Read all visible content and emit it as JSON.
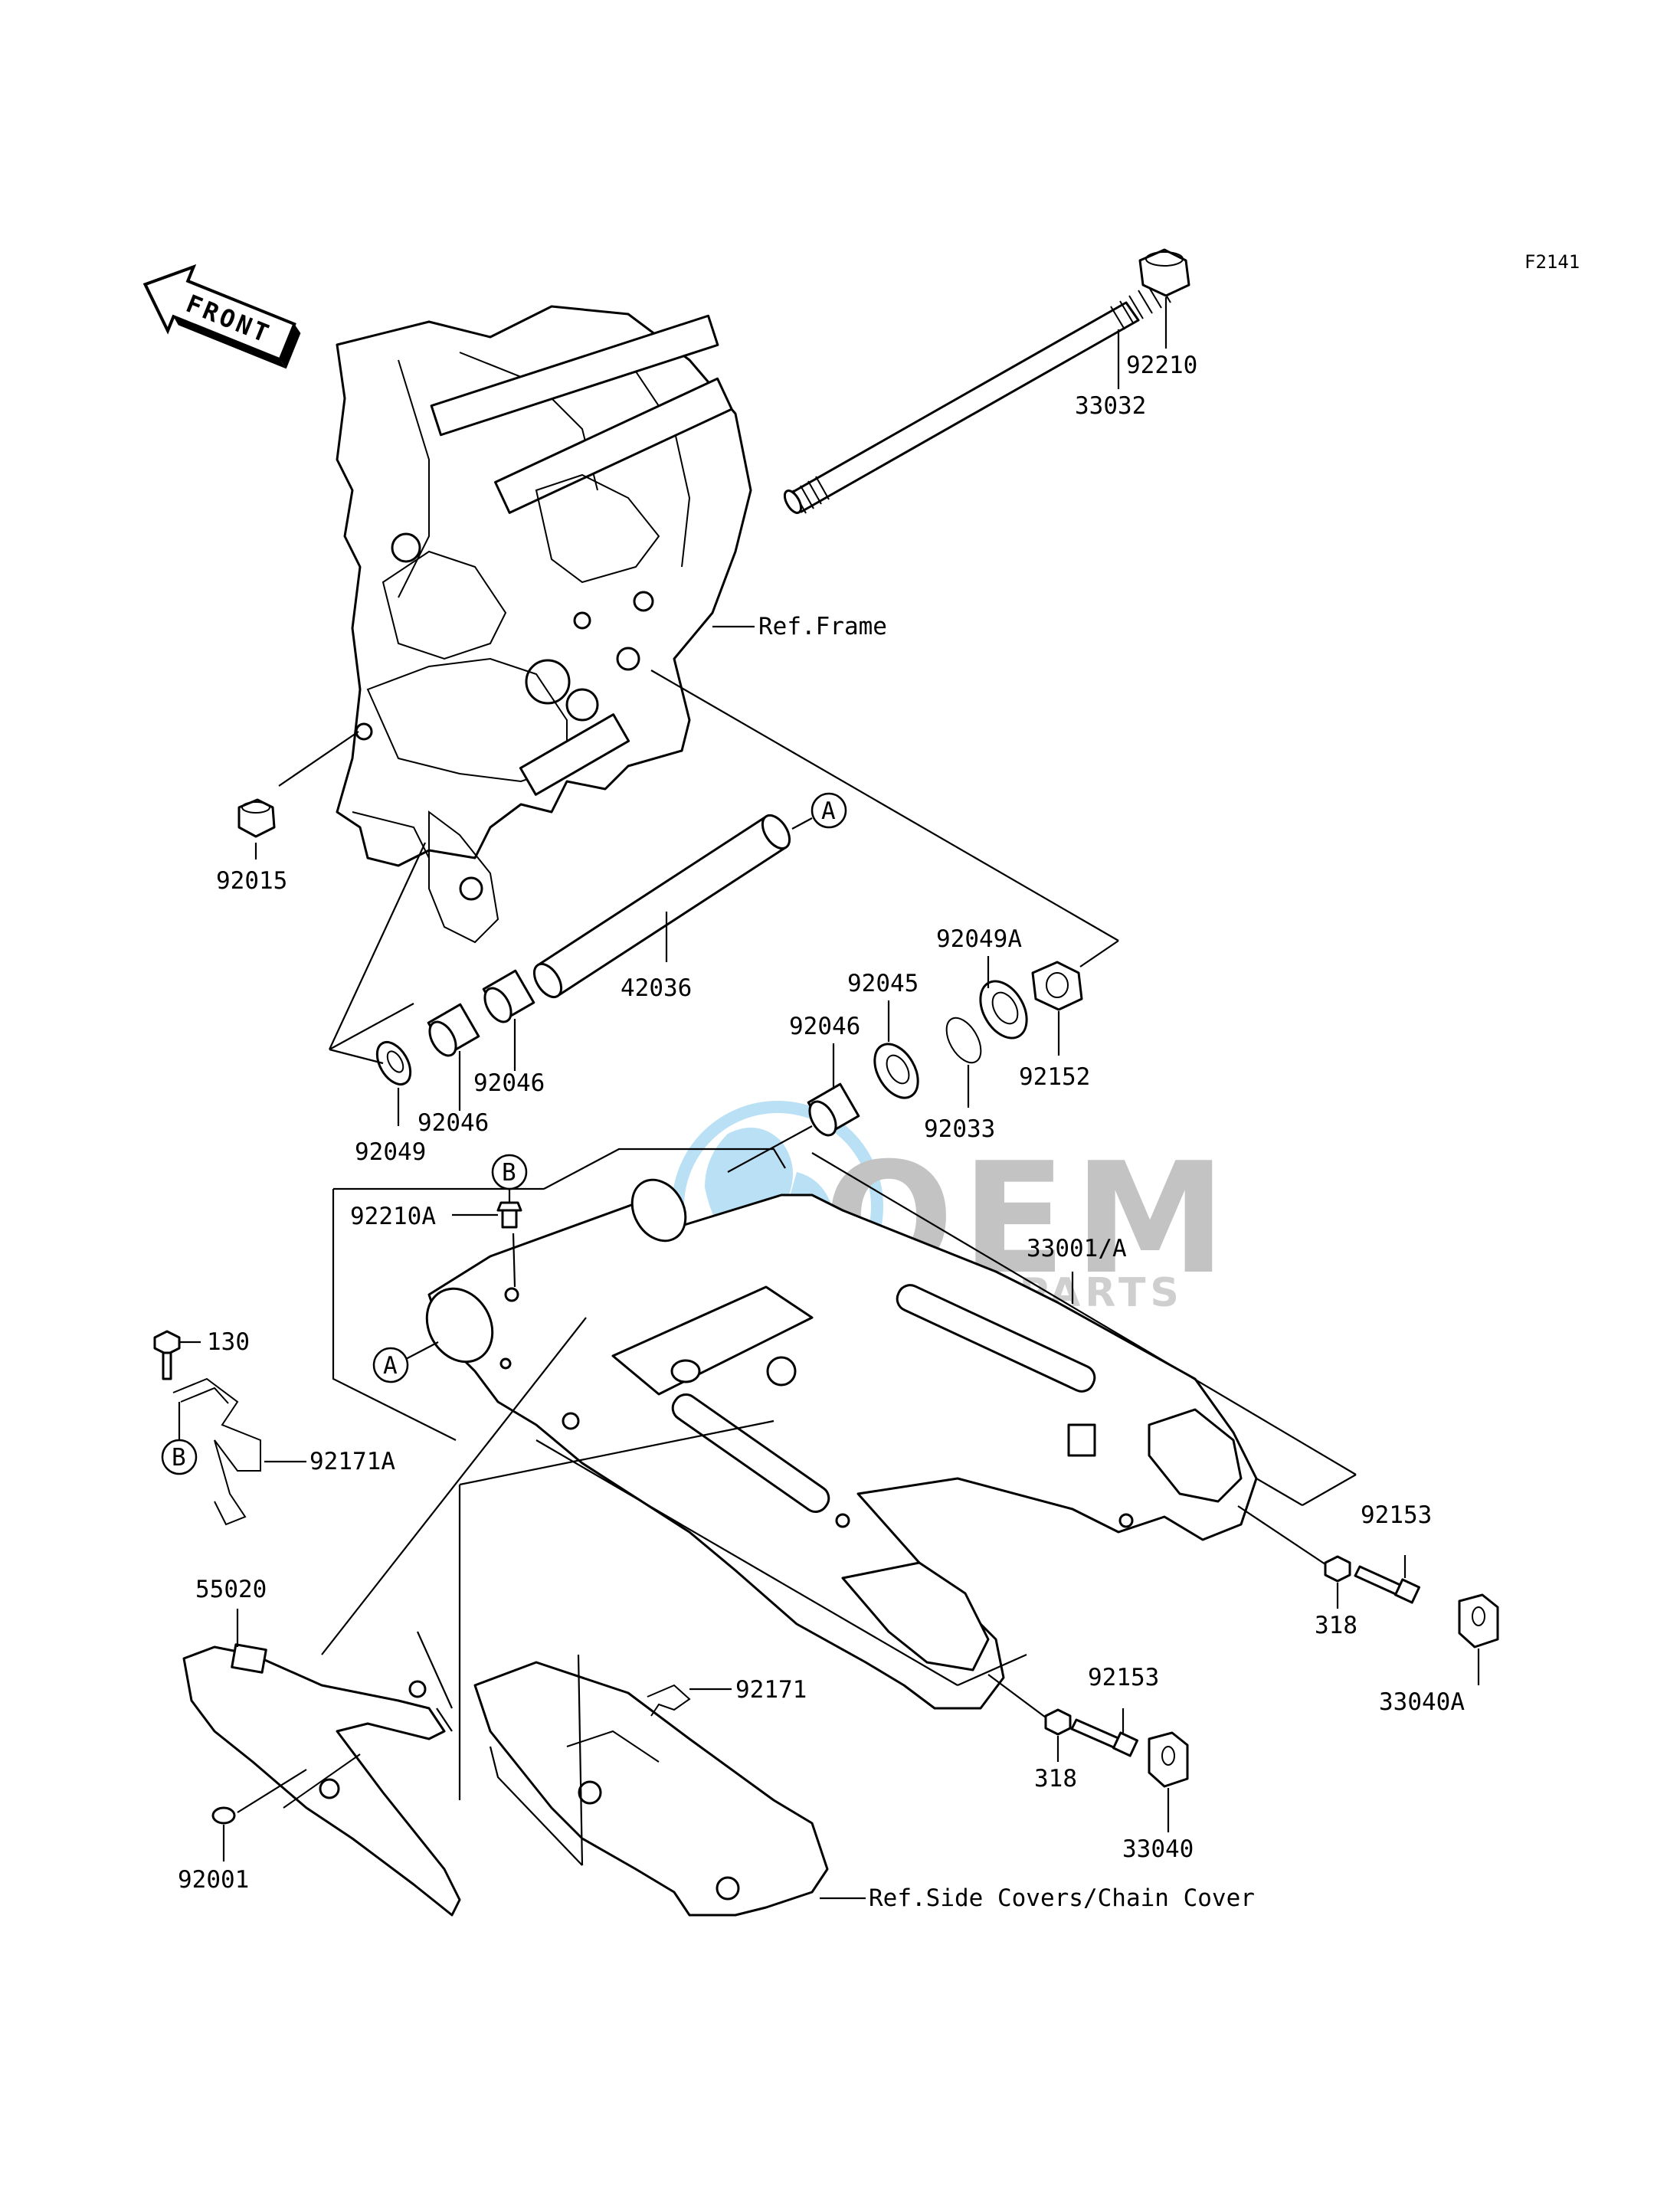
{
  "diagram_code": "F2141",
  "front_arrow": {
    "text": "FRONT",
    "icon": "front-arrow-icon"
  },
  "watermark": {
    "brand": "OEM",
    "sub": "MOTORPARTS",
    "icon": "globe-icon",
    "color": "#3aa7e0"
  },
  "callouts": {
    "a": "A",
    "b": "B"
  },
  "parts": {
    "p92210": "92210",
    "p33032": "33032",
    "ref_frame": "Ref.Frame",
    "p92015": "92015",
    "p42036": "42036",
    "p92049A": "92049A",
    "p92045": "92045",
    "p92046_a": "92046",
    "p92152": "92152",
    "p92046_b": "92046",
    "p92046_c": "92046",
    "p92049": "92049",
    "p92033": "92033",
    "p92210A": "92210A",
    "p33001A": "33001/A",
    "p130": "130",
    "p92171A": "92171A",
    "p92153_a": "92153",
    "p318_a": "318",
    "p33040A": "33040A",
    "p55020": "55020",
    "p92171": "92171",
    "p92153_b": "92153",
    "p318_b": "318",
    "p33040": "33040",
    "p92001": "92001",
    "ref_covers": "Ref.Side Covers/Chain Cover"
  }
}
